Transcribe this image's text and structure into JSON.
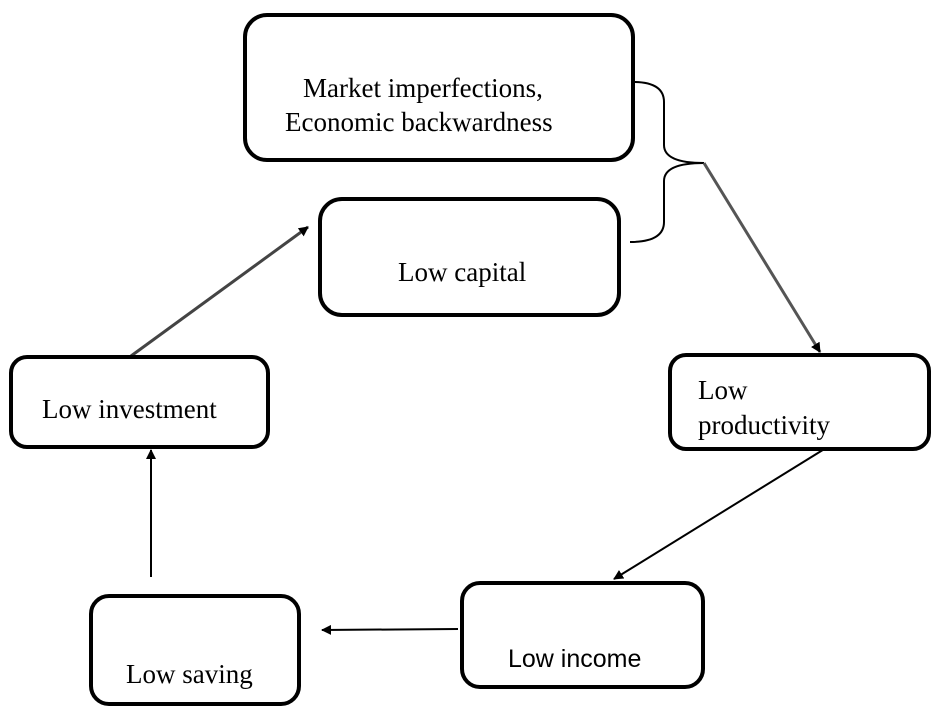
{
  "diagram": {
    "nodes": {
      "market": {
        "line1": "Market imperfections,",
        "line2": "Economic backwardness"
      },
      "capital": {
        "label": "Low capital"
      },
      "productivity": {
        "line1": "Low",
        "line2": "productivity"
      },
      "investment": {
        "label": "Low investment"
      },
      "income": {
        "label": "Low income"
      },
      "saving": {
        "label": "Low saving"
      }
    },
    "edges": [
      {
        "from": "market+capital",
        "to": "productivity"
      },
      {
        "from": "productivity",
        "to": "income"
      },
      {
        "from": "income",
        "to": "saving"
      },
      {
        "from": "saving",
        "to": "investment"
      },
      {
        "from": "investment",
        "to": "capital"
      }
    ],
    "stroke_color": "#000000"
  }
}
